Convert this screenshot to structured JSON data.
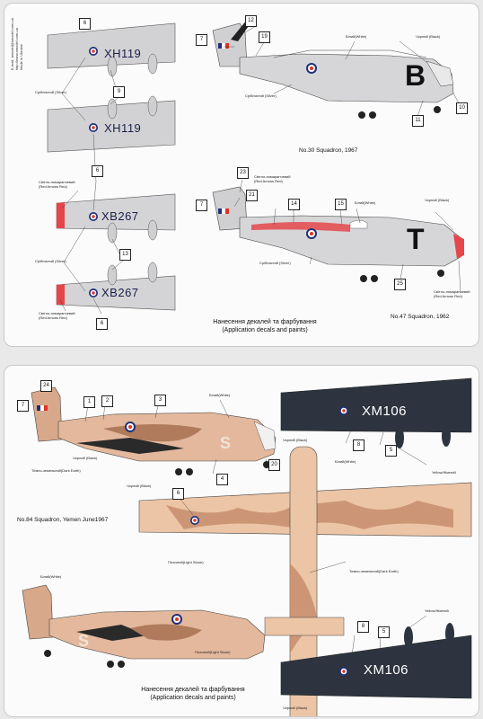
{
  "side_text": [
    "E-mail: amodel@amodel.com.ua",
    "http://www.amodel.com.ua",
    "Made in Ukraine"
  ],
  "top": {
    "serials": [
      "XH119",
      "XH119",
      "XB267",
      "XB267"
    ],
    "squadron_codes": [
      "B",
      "T"
    ],
    "captions": [
      "No.30 Squadron, 1967",
      "No.47 Squadron, 1962"
    ],
    "footer": {
      "line1": "Нанесення декалей та фарбування",
      "line2": "(Application decals and paints)"
    },
    "numbers": [
      "6",
      "9",
      "6",
      "13",
      "6",
      "12",
      "7",
      "19",
      "11",
      "10",
      "23",
      "7",
      "21",
      "14",
      "15",
      "25"
    ],
    "labels": {
      "silver_wing1": {
        "ua": "Сріблистий",
        "en": "(Silver)"
      },
      "red_top": {
        "ua": "Світло-помаранчевий",
        "en": "(Red Arrows Red)"
      },
      "silver_wing2": {
        "ua": "Срібляcтий (Silver)"
      },
      "red_bottom": {
        "ua": "Світло-помаранчевий",
        "en": "(Red Arrows Red)"
      },
      "white_30": "Білий(White)",
      "black_30": "Чорний (Black)",
      "silver_30": "Срібляcтий (Silver)",
      "red_47": {
        "ua": "Світло-помаранчевий",
        "en": "(Red Arrows Red)"
      },
      "white_47": "Білий(White)",
      "black_47": "Чорний (Black)",
      "silver_47": "Срібляcтий (Silver)",
      "red_47_nose": {
        "ua": "Світло-помаранчевий",
        "en": "(Red Arrows Red)"
      }
    }
  },
  "bottom": {
    "serials": [
      "XM106",
      "XM106"
    ],
    "codes": [
      "S",
      "S"
    ],
    "caption": "No.84 Squadron, Yemen June1967",
    "footer": {
      "line1": "Нанесення декалей та фарбування",
      "line2": "(Application decals and paints)"
    },
    "numbers": [
      "7",
      "24",
      "1",
      "2",
      "3",
      "4",
      "20",
      "8",
      "5",
      "6",
      "8",
      "5"
    ],
    "labels": {
      "white_side": "Білий(White)",
      "black_side": "Чорний (Black)",
      "dark_earth_side": "Темно-земельний(Dark Earth)",
      "black_under": "Чорний (Black)",
      "black_wing": "Чорний (Black)",
      "yellow": "Yellow/Жовтий",
      "white_plan": "Білий(White)",
      "light_stone": "Пісочний(Light Stone)",
      "dark_earth_plan": "Темно-земельний(Dark Earth)",
      "white_side2": "Білий(White)",
      "light_stone2": "Пісочний(Light Stone)",
      "yellow2": "Yellow/Жовтий",
      "black_wing2": "Чорний (Black)"
    }
  }
}
